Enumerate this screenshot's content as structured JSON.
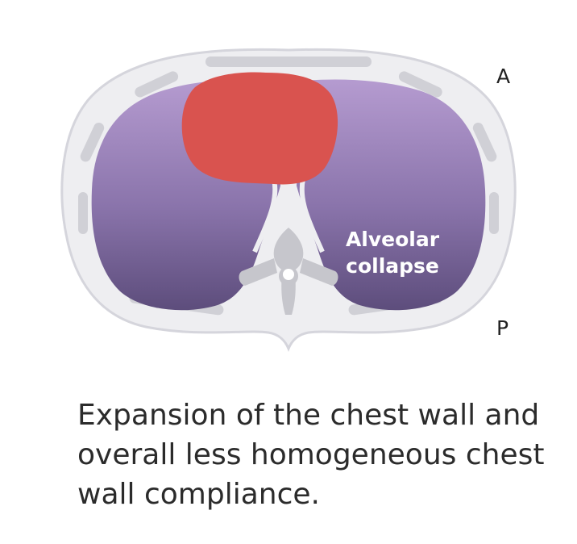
{
  "diagram": {
    "orientation": {
      "anterior": "A",
      "posterior": "P"
    },
    "region_label": {
      "line1": "Alveolar",
      "line2": "collapse"
    },
    "caption": {
      "line1": "Expansion of the chest wall and",
      "line2": "overall less homogeneous chest",
      "line3": "wall compliance."
    },
    "colors": {
      "chest_wall": "#eeeef1",
      "chest_wall_outline": "#d5d5dc",
      "rib": "#d0d0d6",
      "lung_top": "#b59bd0",
      "lung_bottom": "#5d4d7c",
      "heart": "#d9534f",
      "spine": "#c6c6cc"
    }
  }
}
